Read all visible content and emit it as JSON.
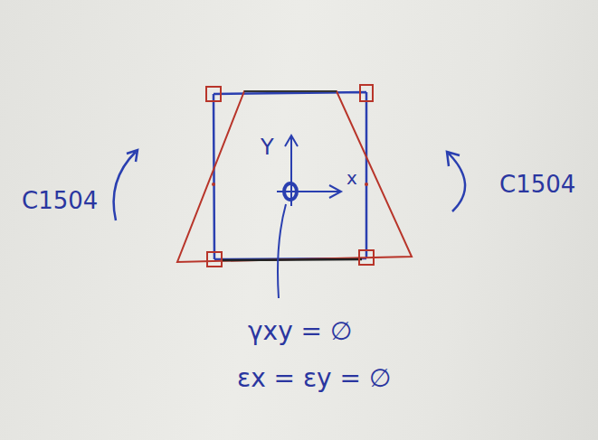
{
  "diagram": {
    "labels": [
      "C1504",
      "C1504",
      "Y",
      "x",
      "γxy = ∅",
      "εx = εy = ∅"
    ]
  }
}
